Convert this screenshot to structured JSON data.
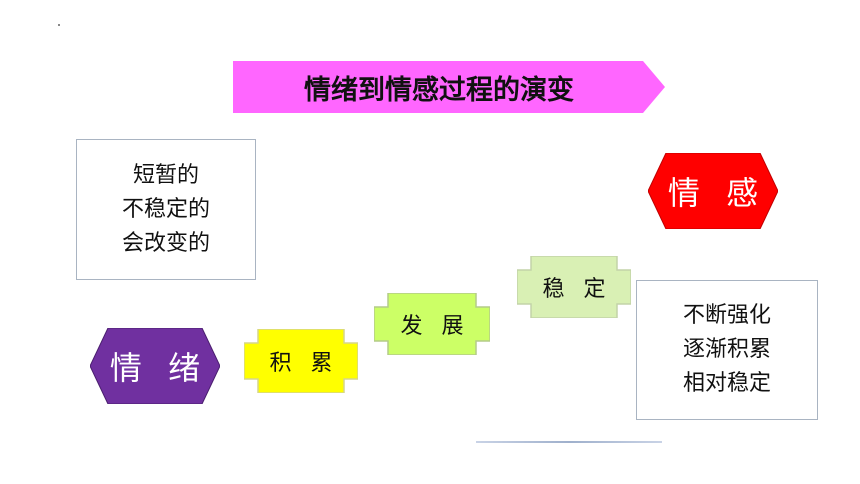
{
  "title": "情绪到情感过程的演变",
  "left_box": {
    "lines": [
      "短暂的",
      "不稳定的",
      "会改变的"
    ]
  },
  "right_box": {
    "lines": [
      "不断强化",
      "逐渐积累",
      "相对稳定"
    ]
  },
  "start_node": {
    "label": "情 绪",
    "color": "#7030a0"
  },
  "end_node": {
    "label": "情 感",
    "color": "#ff0000"
  },
  "steps": [
    {
      "label": "积 累",
      "color": "#ffff00"
    },
    {
      "label": "发 展",
      "color": "#ccff66"
    },
    {
      "label": "稳 定",
      "color": "#d9f0b4"
    }
  ],
  "colors": {
    "banner": "#ff66ff",
    "box_border": "#a9b4c2"
  }
}
